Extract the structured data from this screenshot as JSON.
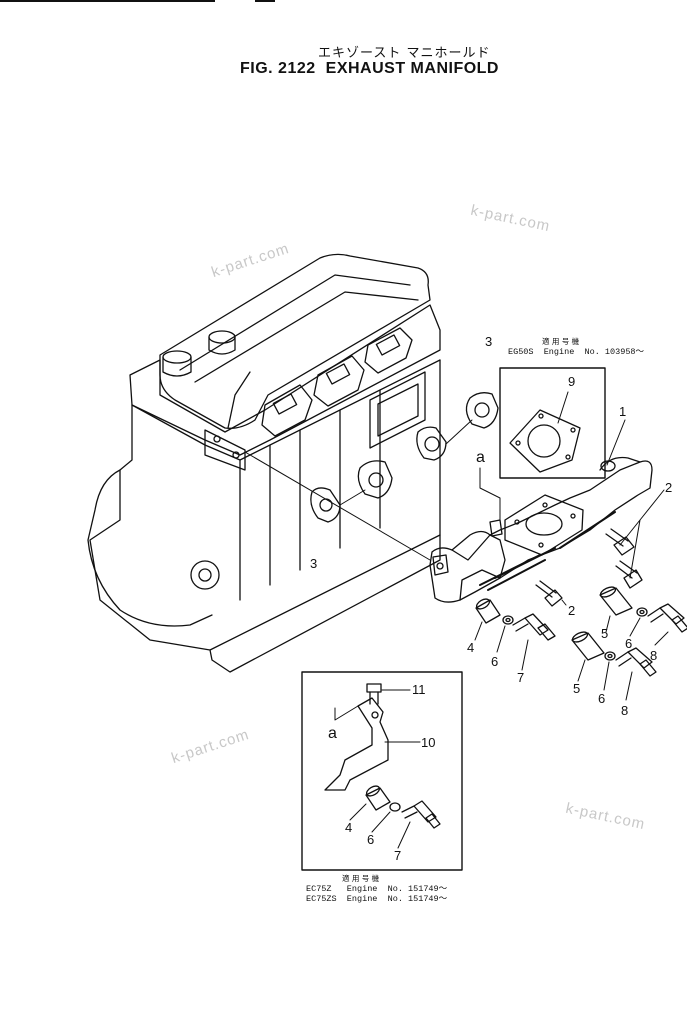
{
  "title": {
    "japanese": "エキゾースト マニホールド",
    "fig_number": "FIG. 2122",
    "name": "EXHAUST MANIFOLD"
  },
  "watermarks": [
    "k-part.com",
    "k-part.com",
    "k-part.com",
    "k-part.com"
  ],
  "callouts": {
    "part_1": "1",
    "part_2a": "2",
    "part_2b": "2",
    "part_3a": "3",
    "part_3b": "3",
    "part_4a": "4",
    "part_4b": "4",
    "part_5a": "5",
    "part_5b": "5",
    "part_6a": "6",
    "part_6b": "6",
    "part_6c": "6",
    "part_6d": "6",
    "part_7a": "7",
    "part_7b": "7",
    "part_8a": "8",
    "part_8b": "8",
    "part_9": "9",
    "part_10": "10",
    "part_11": "11",
    "ref_a_main": "a",
    "ref_a_inset": "a"
  },
  "inset_top": {
    "heading": "適 用 号 機",
    "line": "EG50S  Engine  No. 103958～"
  },
  "inset_bottom": {
    "heading": "適 用 号 機",
    "line1": "EC75Z   Engine  No. 151749～",
    "line2": "EC75ZS  Engine  No. 151749～"
  }
}
